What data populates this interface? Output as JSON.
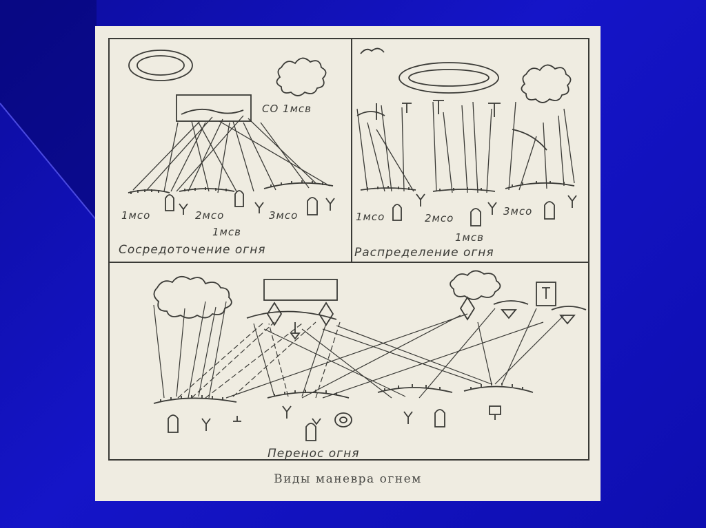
{
  "diagram": {
    "panel_top_left": {
      "label_target": "СО 1мсв",
      "unit_labels": [
        "1мсо",
        "2мсо",
        "3мсо"
      ],
      "battalion": "1мсв",
      "title": "Сосредоточение огня"
    },
    "panel_top_right": {
      "unit_labels": [
        "1мсо",
        "2мсо",
        "3мсо"
      ],
      "battalion": "1мсв",
      "title": "Распределение огня"
    },
    "panel_bottom": {
      "title": "Перенос огня"
    },
    "caption": "Виды маневра огнем"
  },
  "colors": {
    "background": "#1212b8",
    "paper": "#efece1",
    "ink": "#3a3a36"
  }
}
